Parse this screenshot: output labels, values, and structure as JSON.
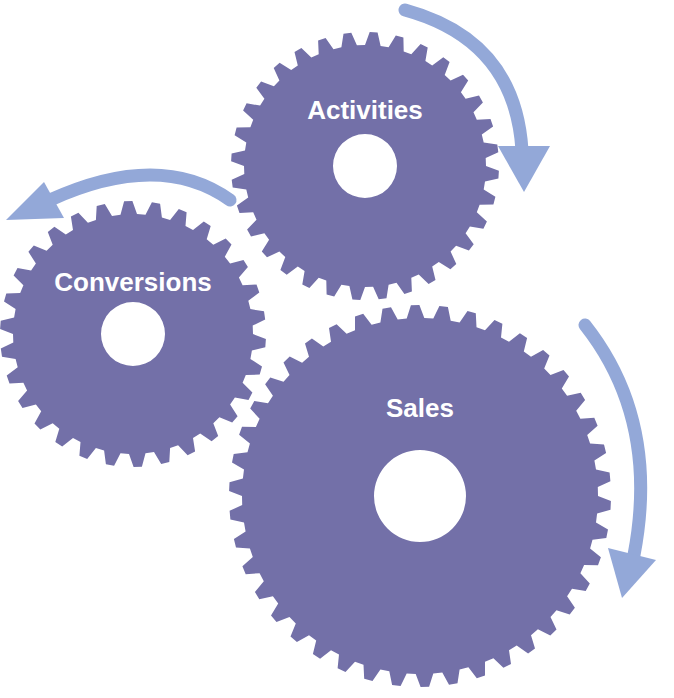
{
  "diagram": {
    "nodes": [
      {
        "text": [
          "Activities"
        ]
      },
      {
        "text": [
          "Conversions"
        ]
      },
      {
        "text": [
          "Sales"
        ]
      }
    ]
  }
}
